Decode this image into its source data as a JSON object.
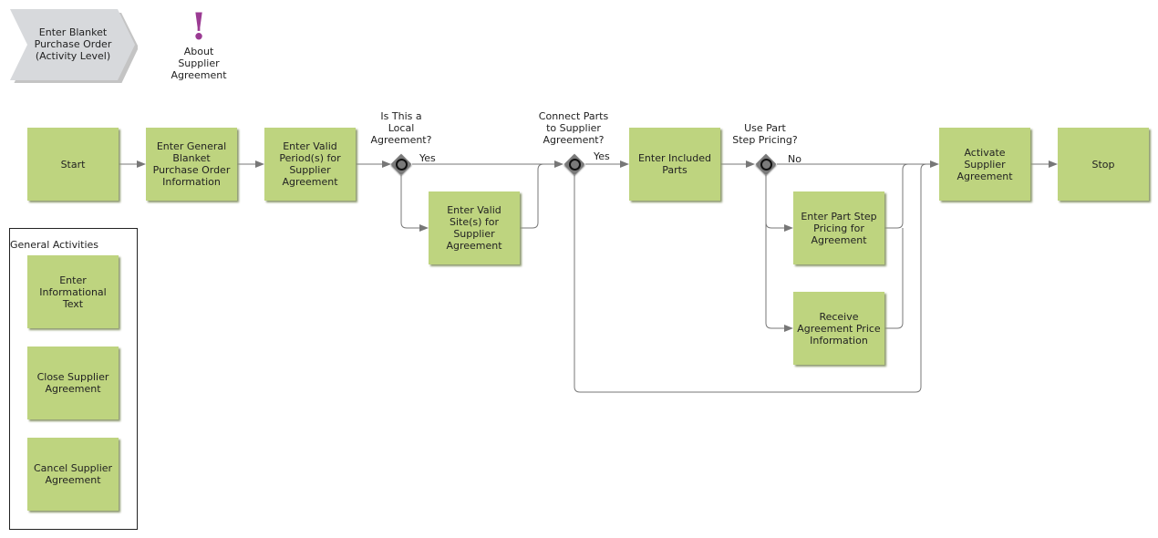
{
  "process_title": "Enter Blanket\nPurchase Order\n(Activity Level)",
  "about": {
    "icon": "exclamation-icon",
    "label": "About\nSupplier\nAgreement",
    "color": "#9b3b93"
  },
  "colors": {
    "activity_fill": "#bed47f",
    "gateway_fill": "#7a7a7a",
    "connector": "#777777"
  },
  "activities": {
    "start": "Start",
    "enter_general": "Enter General\nBlanket\nPurchase Order\nInformation",
    "enter_valid_period": "Enter Valid\nPeriod(s) for\nSupplier\nAgreement",
    "enter_valid_site": "Enter Valid\nSite(s) for\nSupplier\nAgreement",
    "enter_included_parts": "Enter Included\nParts",
    "enter_part_step": "Enter Part Step\nPricing for\nAgreement",
    "receive_price": "Receive\nAgreement Price\nInformation",
    "activate": "Activate\nSupplier\nAgreement",
    "stop": "Stop"
  },
  "gateways": {
    "local": {
      "question": "Is This a\nLocal\nAgreement?",
      "yes": "Yes"
    },
    "connect_parts": {
      "question": "Connect Parts\nto Supplier\nAgreement?",
      "yes": "Yes"
    },
    "step_pricing": {
      "question": "Use Part\nStep Pricing?",
      "no": "No"
    }
  },
  "general_activities": {
    "title": "General Activities",
    "items": [
      "Enter\nInformational\nText",
      "Close Supplier\nAgreement",
      "Cancel Supplier\nAgreement"
    ]
  }
}
